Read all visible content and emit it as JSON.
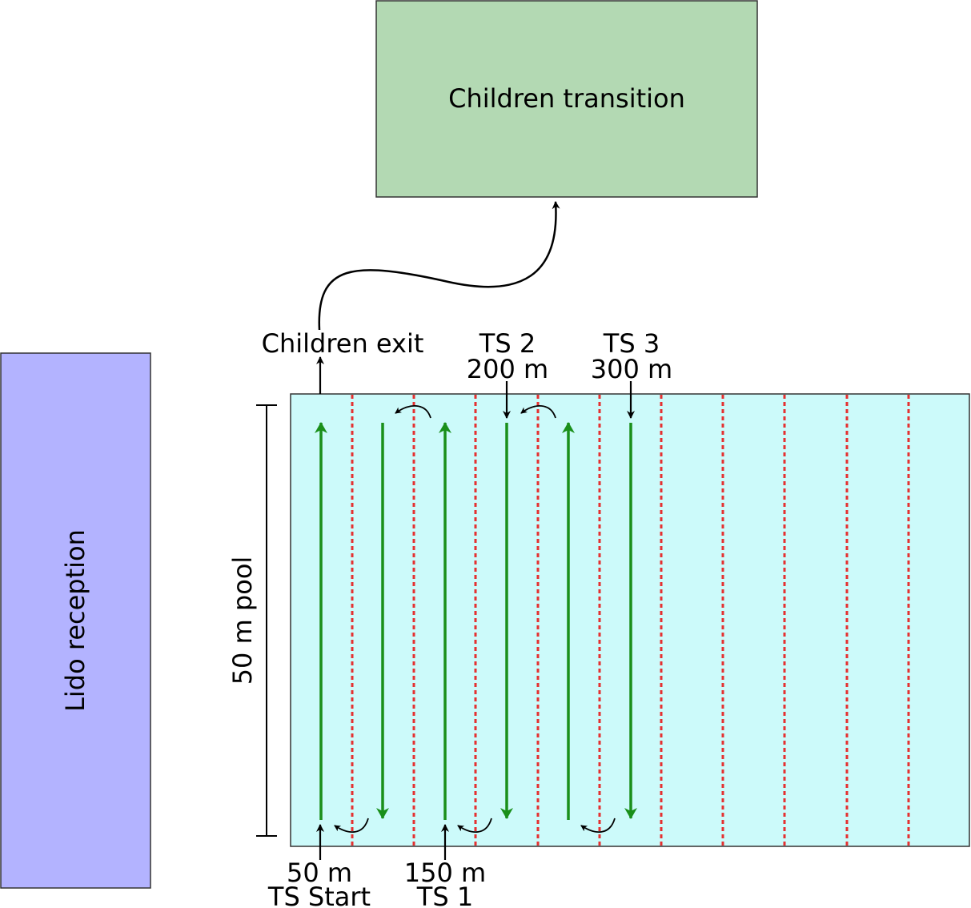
{
  "boxes": {
    "children_transition": "Children transition",
    "lido_reception": "Lido reception"
  },
  "pool": {
    "length_label": "50 m pool",
    "lane_line_count": 10,
    "swim_lanes": 6
  },
  "labels": {
    "children_exit": "Children exit",
    "ts2_name": "TS 2",
    "ts2_distance": "200 m",
    "ts3_name": "TS 3",
    "ts3_distance": "300 m",
    "start_distance": "50 m",
    "start_name": "TS Start",
    "ts1_distance": "150 m",
    "ts1_name": "TS 1"
  },
  "colors": {
    "transition_fill": "#b3d9b3",
    "reception_fill": "#b3b3ff",
    "pool_fill": "#ccfafa",
    "lane_rope": "#e53030",
    "swim_arrow": "#1a8f1a"
  }
}
